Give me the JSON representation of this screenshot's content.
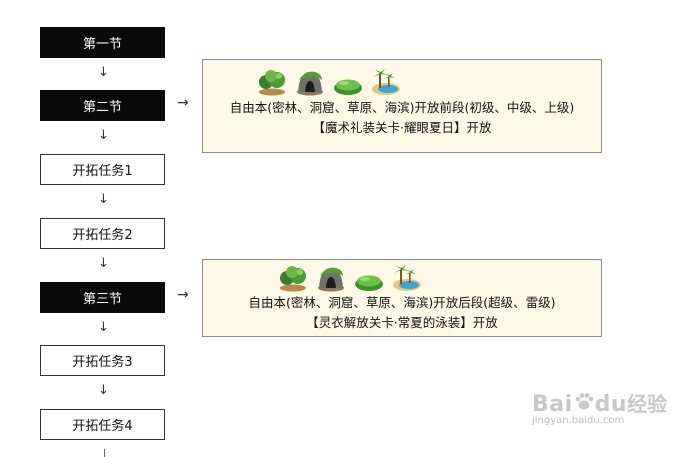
{
  "flow": {
    "steps": [
      {
        "label": "第一节",
        "style": "dark"
      },
      {
        "label": "第二节",
        "style": "dark"
      },
      {
        "label": "开拓任务1",
        "style": "light"
      },
      {
        "label": "开拓任务2",
        "style": "light"
      },
      {
        "label": "第三节",
        "style": "dark"
      },
      {
        "label": "开拓任务3",
        "style": "light"
      },
      {
        "label": "开拓任务4",
        "style": "light"
      }
    ],
    "arrow_down": "↓",
    "arrow_right": "→"
  },
  "panels": [
    {
      "line1": "自由本(密林、洞窟、草原、海滨)开放前段(初级、中级、上级)",
      "line2": "【魔术礼装关卡·耀眼夏日】开放",
      "icons": [
        "forest-icon",
        "cave-icon",
        "grassland-icon",
        "beach-icon"
      ]
    },
    {
      "line1": "自由本(密林、洞窟、草原、海滨)开放后段(超级、雷级)",
      "line2": "【灵衣解放关卡·常夏的泳装】开放",
      "icons": [
        "forest-icon",
        "cave-icon",
        "grassland-icon",
        "beach-icon"
      ]
    }
  ],
  "watermark": {
    "brand": "Bai",
    "brand2": "du",
    "cn": "经验",
    "url": "jingyan.baidu.com"
  },
  "colors": {
    "dark_box": "#0a0a0a",
    "panel_bg": "#fdf9e6",
    "panel_border": "#8b8b8b"
  }
}
